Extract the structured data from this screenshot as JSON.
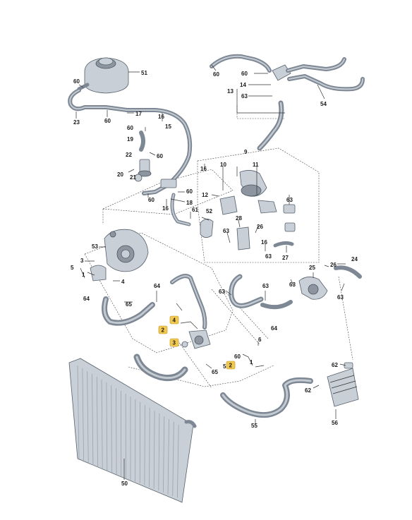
{
  "diagram": {
    "labels": [
      {
        "id": "l51",
        "text": "51"
      },
      {
        "id": "l60a",
        "text": "60"
      },
      {
        "id": "l23",
        "text": "23"
      },
      {
        "id": "l60b",
        "text": "60"
      },
      {
        "id": "l17",
        "text": "17"
      },
      {
        "id": "l16a",
        "text": "16"
      },
      {
        "id": "l15",
        "text": "15"
      },
      {
        "id": "l60c",
        "text": "60"
      },
      {
        "id": "l19",
        "text": "19"
      },
      {
        "id": "l22",
        "text": "22"
      },
      {
        "id": "l60d",
        "text": "60"
      },
      {
        "id": "l20",
        "text": "20"
      },
      {
        "id": "l21",
        "text": "21"
      },
      {
        "id": "l60e",
        "text": "60"
      },
      {
        "id": "l16b",
        "text": "16"
      },
      {
        "id": "l60f",
        "text": "60"
      },
      {
        "id": "l18",
        "text": "18"
      },
      {
        "id": "l61",
        "text": "61"
      },
      {
        "id": "l52",
        "text": "52"
      },
      {
        "id": "l60top",
        "text": "60"
      },
      {
        "id": "l60g",
        "text": "60"
      },
      {
        "id": "l14",
        "text": "14"
      },
      {
        "id": "l13",
        "text": "13"
      },
      {
        "id": "l63a",
        "text": "63"
      },
      {
        "id": "l54",
        "text": "54"
      },
      {
        "id": "l9",
        "text": "9"
      },
      {
        "id": "l10",
        "text": "10"
      },
      {
        "id": "l11",
        "text": "11"
      },
      {
        "id": "l16c",
        "text": "16"
      },
      {
        "id": "l12",
        "text": "12"
      },
      {
        "id": "l63b",
        "text": "63"
      },
      {
        "id": "l28",
        "text": "28"
      },
      {
        "id": "l63c",
        "text": "63"
      },
      {
        "id": "l26a",
        "text": "26"
      },
      {
        "id": "l16d",
        "text": "16"
      },
      {
        "id": "l63d",
        "text": "63"
      },
      {
        "id": "l27",
        "text": "27"
      },
      {
        "id": "l53",
        "text": "53"
      },
      {
        "id": "l3a",
        "text": "3"
      },
      {
        "id": "l5a",
        "text": "5"
      },
      {
        "id": "l1a",
        "text": "1"
      },
      {
        "id": "l4a",
        "text": "4"
      },
      {
        "id": "l64a",
        "text": "64"
      },
      {
        "id": "l65a",
        "text": "65"
      },
      {
        "id": "l64b",
        "text": "64"
      },
      {
        "id": "l63e",
        "text": "63"
      },
      {
        "id": "l63f",
        "text": "63"
      },
      {
        "id": "l63g",
        "text": "63"
      },
      {
        "id": "l25",
        "text": "25"
      },
      {
        "id": "l26b",
        "text": "26"
      },
      {
        "id": "l24",
        "text": "24"
      },
      {
        "id": "l63h",
        "text": "63"
      },
      {
        "id": "l64c",
        "text": "64"
      },
      {
        "id": "l6",
        "text": "6"
      },
      {
        "id": "l60h",
        "text": "60"
      },
      {
        "id": "l5b",
        "text": "5"
      },
      {
        "id": "l1b",
        "text": "1"
      },
      {
        "id": "l65b",
        "text": "65"
      },
      {
        "id": "l62a",
        "text": "62"
      },
      {
        "id": "l62b",
        "text": "62"
      },
      {
        "id": "l55",
        "text": "55"
      },
      {
        "id": "l56",
        "text": "56"
      },
      {
        "id": "l50",
        "text": "50"
      }
    ],
    "highlighted_labels": [
      {
        "id": "h4",
        "text": "4"
      },
      {
        "id": "h2a",
        "text": "2"
      },
      {
        "id": "h3",
        "text": "3"
      },
      {
        "id": "h2b",
        "text": "2"
      }
    ],
    "colors": {
      "part": "#c9cfd6",
      "hose": "#7d8894",
      "highlight": "#f2c94c"
    }
  }
}
